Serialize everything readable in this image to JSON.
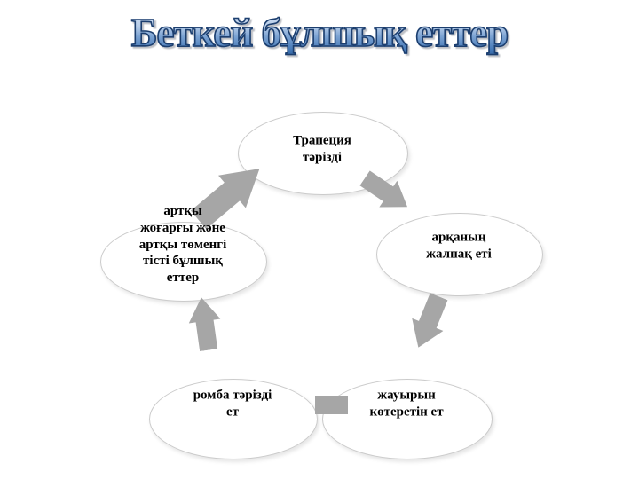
{
  "slide": {
    "background": "#ffffff",
    "title": "Беткей бұлшық еттер",
    "title_style": {
      "fill_top": "#dbe7f6",
      "fill_bottom": "#3f74b4",
      "outline": "#1c3e6e",
      "shadow": "#7d828c"
    }
  },
  "diagram": {
    "type": "cycle",
    "shape_fill": "#ffffff",
    "shape_border": "#cbcbcb",
    "arrow_color": "#a6a6a6",
    "nodes": [
      {
        "id": "top",
        "label": "Трапеция\nтәрізді"
      },
      {
        "id": "right",
        "label": "арқаның\nжалпақ еті"
      },
      {
        "id": "bottom-right",
        "label": "жауырын\nкөтеретін ет"
      },
      {
        "id": "bottom-left",
        "label": "ромба тәрізді\nет"
      },
      {
        "id": "left",
        "label": "артқы\nжоғарғы және\nартқы төменгі\nтісті бұлшық\nеттер"
      }
    ],
    "connectors": [
      {
        "name": "arrow-left-to-top",
        "shape": "block-arrow",
        "direction": "up-right"
      },
      {
        "name": "arrow-top-to-right",
        "shape": "block-arrow",
        "direction": "down-right"
      },
      {
        "name": "arrow-right-to-bottom-right",
        "shape": "block-arrow",
        "direction": "down-left"
      },
      {
        "name": "bar-bottom-right-to-bottom-left",
        "shape": "rectangle",
        "direction": "horizontal"
      },
      {
        "name": "arrow-bottom-left-to-left",
        "shape": "block-arrow",
        "direction": "up"
      }
    ]
  }
}
